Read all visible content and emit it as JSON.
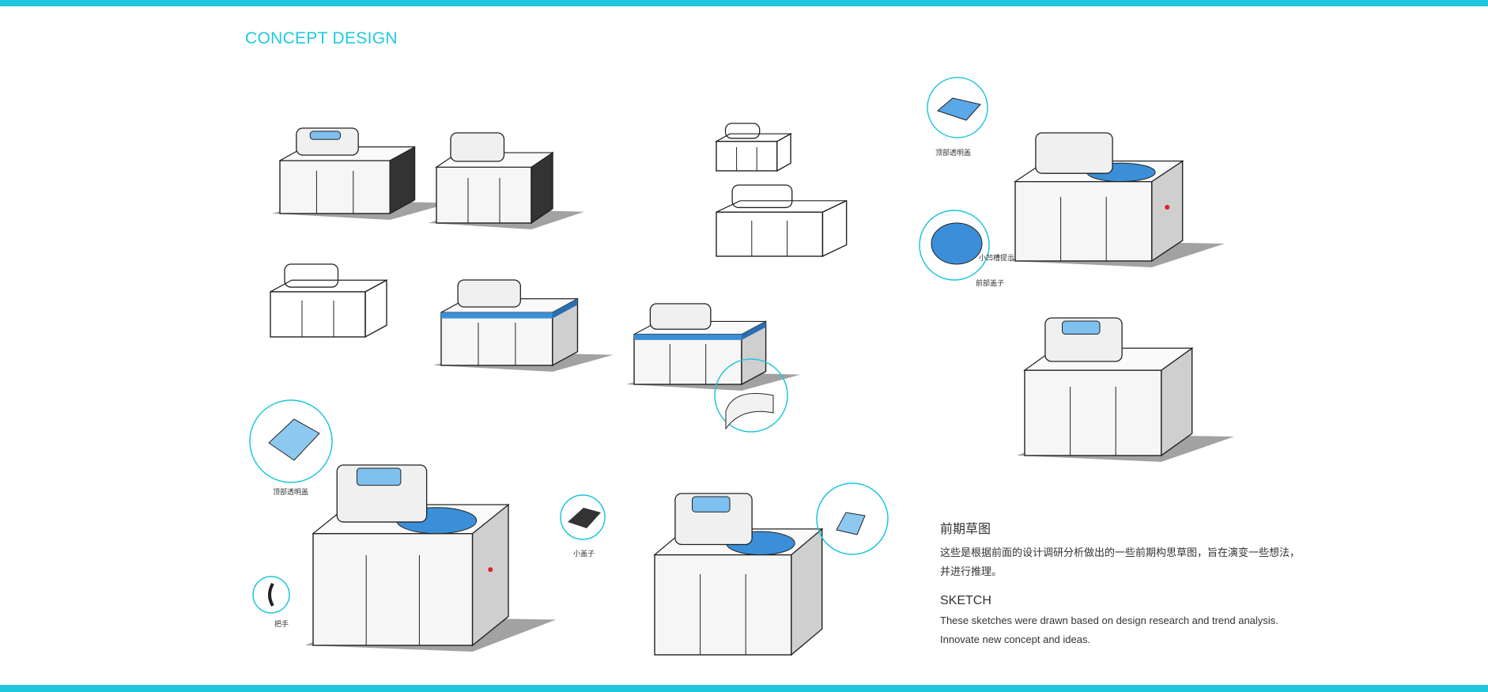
{
  "header": {
    "title": "CONCEPT DESIGN"
  },
  "annotations": {
    "top_transparent_cover_right": "顶部透明盖",
    "small_groove_hint": "小凹槽提示",
    "front_cover": "前部盖子",
    "top_transparent_cover_left": "顶部透明盖",
    "handle": "把手",
    "small_lid": "小盖子"
  },
  "description": {
    "heading_cn": "前期草图",
    "text_cn_line1": "这些是根据前面的设计调研分析做出的一些前期构思草图，旨在演变一些想法，",
    "text_cn_line2": "并进行推理。",
    "heading_en": "SKETCH",
    "text_en_line1": "These sketches were drawn based on design research and trend analysis.",
    "text_en_line2": "Innovate new concept and ideas."
  },
  "colors": {
    "accent": "#1fc6dc",
    "marker_blue": "#3a8fd8",
    "ink": "#222222"
  }
}
